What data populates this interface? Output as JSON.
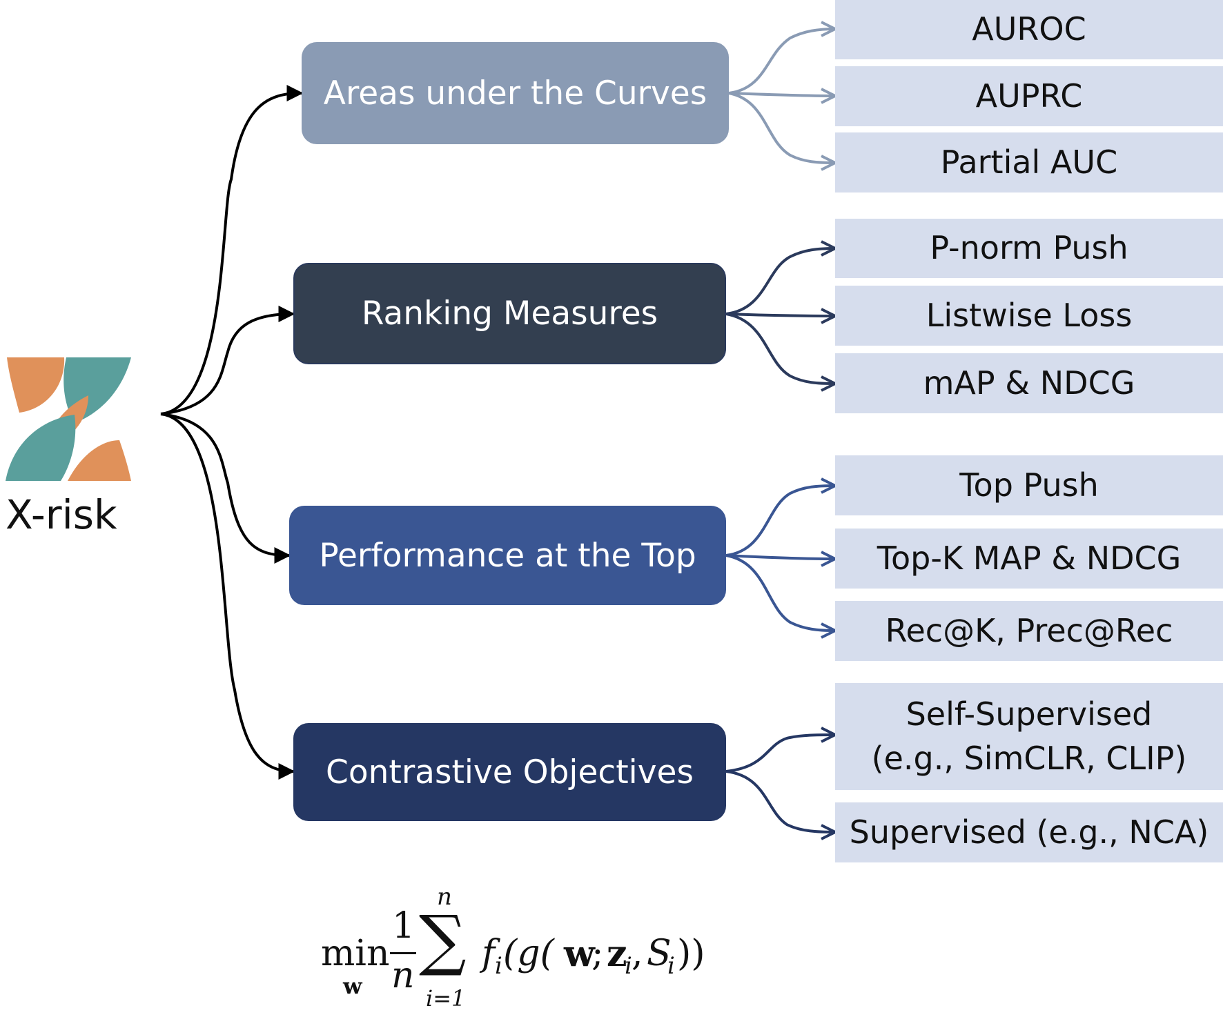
{
  "root": {
    "label": "X-risk",
    "logo": {
      "icon": "x-risk-logo-icon",
      "colors": {
        "orange": "#e0915a",
        "teal": "#5a9f9c"
      }
    }
  },
  "categories": [
    {
      "label": "Areas under the Curves",
      "color": "#8a9bb4",
      "arrow_color": "#8a9bb4",
      "leaves": [
        "AUROC",
        "AUPRC",
        "Partial AUC"
      ]
    },
    {
      "label": "Ranking Measures",
      "color": "#333f50",
      "arrow_color": "#2b3a5c",
      "leaves": [
        "P-norm Push",
        "Listwise Loss",
        "mAP & NDCG"
      ]
    },
    {
      "label": "Performance at the Top",
      "color": "#3a5693",
      "arrow_color": "#3a5693",
      "leaves": [
        "Top Push",
        "Top-K MAP & NDCG",
        "Rec@K, Prec@Rec"
      ]
    },
    {
      "label": "Contrastive Objectives",
      "color": "#253763",
      "arrow_color": "#253763",
      "leaves": [
        {
          "line1": "Self-Supervised",
          "line2": "(e.g., SimCLR, CLIP)"
        },
        "Supervised (e.g., NCA)"
      ]
    }
  ],
  "formula": {
    "min": "min",
    "min_sub": "w",
    "frac_num": "1",
    "frac_den": "n",
    "sum": "∑",
    "sum_top": "n",
    "sum_bottom": "i=1",
    "f": "f",
    "f_sub": "i",
    "g_open": "(g(",
    "w": "w",
    "semicolon": ";",
    "z": "z",
    "z_sub": "i",
    "comma": ",",
    "S": "S",
    "S_sub": "i",
    "close": "))"
  },
  "leaf_color": "#d6dded",
  "root_arrow_color": "#000000"
}
